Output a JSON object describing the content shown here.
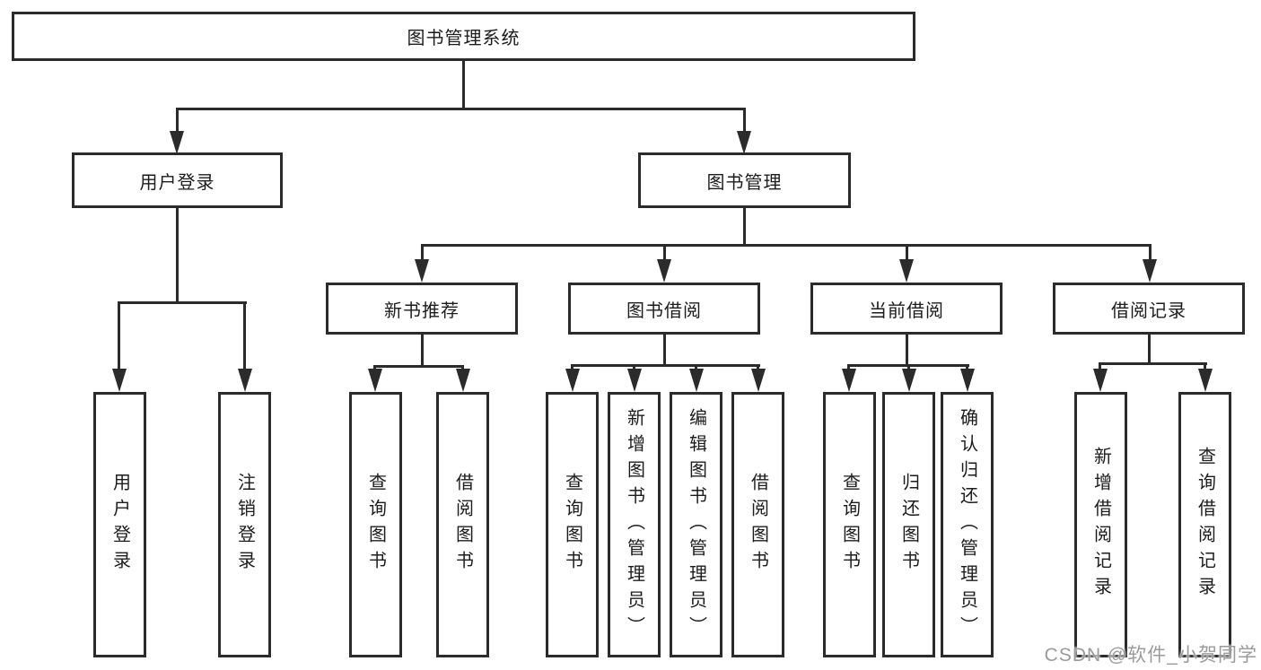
{
  "root": {
    "label": "图书管理系统"
  },
  "groups": {
    "user": {
      "label": "用户登录",
      "children": [
        "用户登录",
        "注销登录"
      ]
    },
    "mgmt": {
      "label": "图书管理"
    },
    "new_books": {
      "label": "新书推荐",
      "children": [
        "查询图书",
        "借阅图书"
      ]
    },
    "borrowing": {
      "label": "图书借阅",
      "children": [
        "查询图书",
        "新增图书（管理员）",
        "编辑图书（管理员）",
        "借阅图书"
      ]
    },
    "current": {
      "label": "当前借阅",
      "children": [
        "查询图书",
        "归还图书",
        "确认归还（管理员）"
      ]
    },
    "records": {
      "label": "借阅记录",
      "children": [
        "新增借阅记录",
        "查询借阅记录"
      ]
    }
  },
  "watermark": {
    "text": "CSDN @软件_小贺同学"
  },
  "colors": {
    "line": "#2b2b2b",
    "box_border": "#2b2b2b",
    "text": "#1c1c1c",
    "watermark_text": "#9b9b9b",
    "background": "#ffffff"
  }
}
